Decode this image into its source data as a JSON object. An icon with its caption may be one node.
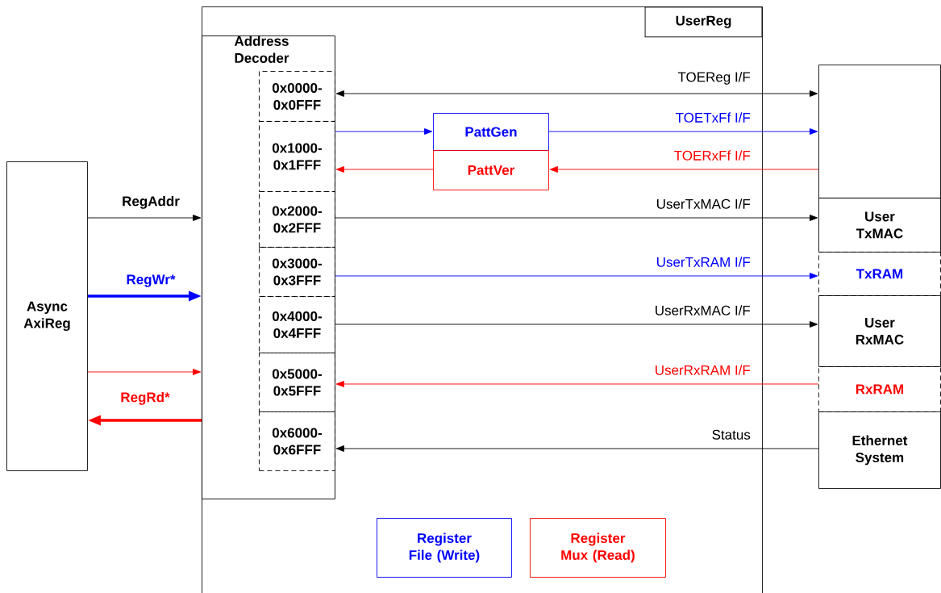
{
  "diagram": {
    "nodes": [
      {
        "text": [
          "Async AxiReg"
        ]
      },
      {
        "text": [
          "UserReg"
        ]
      },
      {
        "text": [
          "Address Decoder"
        ],
        "in": 1
      },
      {
        "text": [
          "0x0000- 0x0FFF"
        ],
        "in": 2
      },
      {
        "text": [
          "0x1000- 0x1FFF"
        ],
        "in": 2
      },
      {
        "text": [
          "0x2000- 0x2FFF"
        ],
        "in": 2
      },
      {
        "text": [
          "0x3000- 0x3FFF"
        ],
        "in": 2
      },
      {
        "text": [
          "0x4000- 0x4FFF"
        ],
        "in": 2
      },
      {
        "text": [
          "0x5000- 0x5FFF"
        ],
        "in": 2
      },
      {
        "text": [
          "0x6000- 0x6FFF"
        ],
        "in": 2
      },
      {
        "text": [
          "PattGen"
        ],
        "in": 1
      },
      {
        "text": [
          "PattVer"
        ],
        "in": 1
      },
      {
        "text": [
          "Register File (Write)"
        ],
        "in": 1
      },
      {
        "text": [
          "Register Mux (Read)"
        ],
        "in": 1
      },
      {
        "text": [],
        "shape": "box"
      },
      {
        "text": [
          "User TxMAC"
        ]
      },
      {
        "text": [
          "TxRAM"
        ]
      },
      {
        "text": [
          "User RxMAC"
        ]
      },
      {
        "text": [
          "RxRAM"
        ]
      },
      {
        "text": [
          "Ethernet System"
        ]
      }
    ],
    "edges": [
      {
        "from": 0,
        "to": 2,
        "arrow": "to",
        "label": "RegAddr"
      },
      {
        "from": 0,
        "to": 2,
        "arrow": "to",
        "label": "RegWr*",
        "style": "thick",
        "color": "#0000ff"
      },
      {
        "from": 0,
        "to": 2,
        "arrow": "to",
        "color": "#ff0000"
      },
      {
        "from": 2,
        "to": 0,
        "arrow": "to",
        "label": "RegRd*",
        "style": "thick",
        "color": "#ff0000"
      },
      {
        "from": 3,
        "to": 14,
        "arrow": "both",
        "label": "TOEReg I/F"
      },
      {
        "from": 4,
        "to": 10,
        "arrow": "to",
        "color": "#0000ff"
      },
      {
        "from": 10,
        "to": 14,
        "arrow": "to",
        "label": "TOETxFf I/F",
        "color": "#0000ff"
      },
      {
        "from": 14,
        "to": 11,
        "arrow": "to",
        "label": "TOERxFf I/F",
        "color": "#ff0000"
      },
      {
        "from": 11,
        "to": 4,
        "arrow": "to",
        "color": "#ff0000"
      },
      {
        "from": 5,
        "to": 15,
        "arrow": "to",
        "label": "UserTxMAC I/F"
      },
      {
        "from": 6,
        "to": 16,
        "arrow": "to",
        "label": "UserTxRAM I/F",
        "color": "#0000ff"
      },
      {
        "from": 7,
        "to": 17,
        "arrow": "to",
        "label": "UserRxMAC I/F"
      },
      {
        "from": 18,
        "to": 8,
        "arrow": "to",
        "label": "UserRxRAM I/F",
        "color": "#ff0000"
      },
      {
        "from": 19,
        "to": 9,
        "arrow": "to",
        "label": "Status"
      }
    ]
  }
}
